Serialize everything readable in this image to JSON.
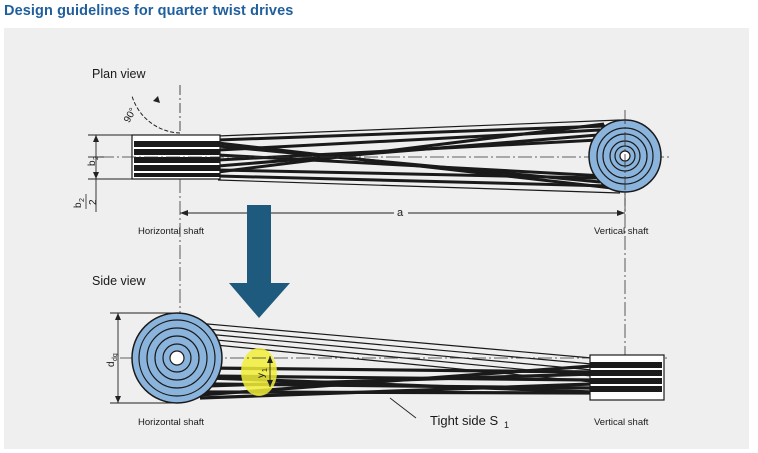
{
  "title": "Design guidelines for quarter twist drives",
  "labels": {
    "plan_view": "Plan view",
    "side_view": "Side view",
    "angle": "90°",
    "b2": "b",
    "b2_sub": "2",
    "b2_half_num": "b",
    "b2_half_sub": "2",
    "b2_half_den": "2",
    "dist_a": "a",
    "horizontal_shaft_top": "Horizontal shaft",
    "vertical_shaft_top": "Vertical shaft",
    "horizontal_shaft_bottom": "Horizontal shaft",
    "vertical_shaft_bottom": "Vertical shaft",
    "ddg": "d",
    "ddg_sub": "dg",
    "y1": "y",
    "y1_sub": "1",
    "tight_side": "Tight side S",
    "tight_side_sub": "1"
  },
  "colors": {
    "title": "#1f5f9e",
    "pulley_fill": "#8ab4dc",
    "arrow_fill": "#1e5a7e",
    "highlight": "#f2ee3a"
  }
}
